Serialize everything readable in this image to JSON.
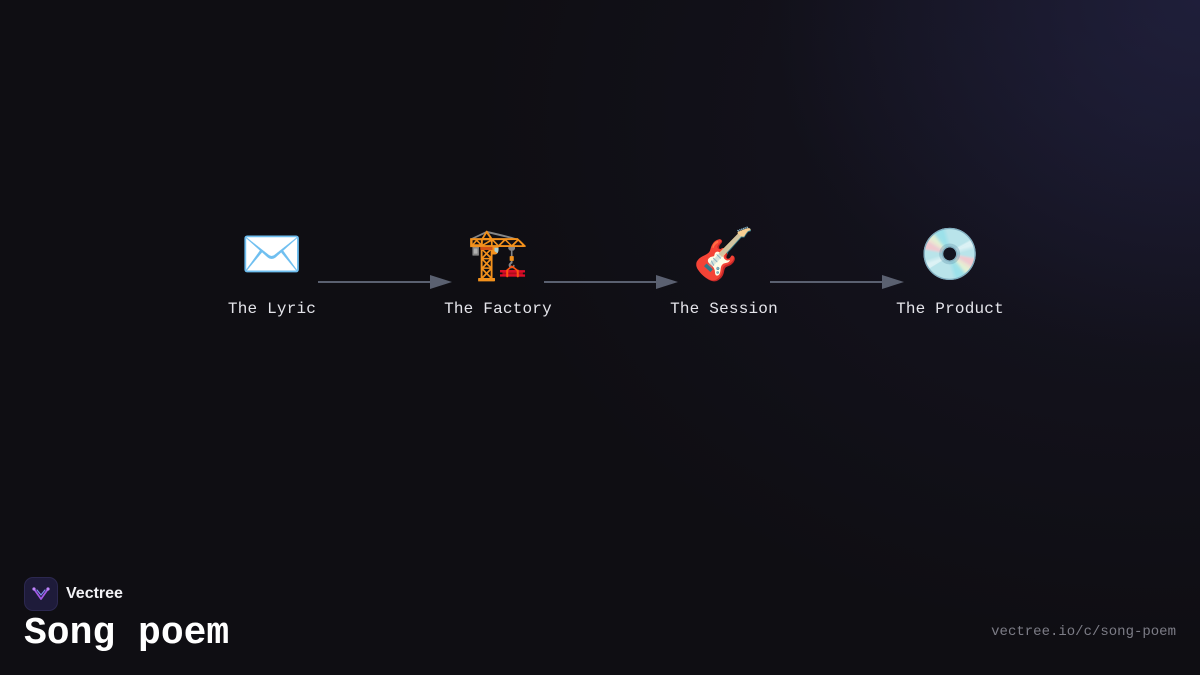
{
  "diagram": {
    "nodes": [
      {
        "icon": "✉️",
        "icon_name": "envelope-icon",
        "label": "The Lyric"
      },
      {
        "icon": "🏗️",
        "icon_name": "construction-crane-icon",
        "label": "The Factory"
      },
      {
        "icon": "🎸",
        "icon_name": "guitar-icon",
        "label": "The Session"
      },
      {
        "icon": "💿",
        "icon_name": "optical-disc-icon",
        "label": "The Product"
      }
    ],
    "edges": [
      {
        "from": 0,
        "to": 1
      },
      {
        "from": 1,
        "to": 2
      },
      {
        "from": 2,
        "to": 3
      }
    ],
    "colors": {
      "arrow": "#5a6070",
      "label": "#e4e4ea",
      "background": "#0f0e13"
    }
  },
  "footer": {
    "brand_name": "Vectree",
    "title": "Song poem",
    "url": "vectree.io/c/song-poem"
  },
  "brand": {
    "logo_icon": "vectree-logo-icon",
    "logo_color": "#a259e6"
  }
}
